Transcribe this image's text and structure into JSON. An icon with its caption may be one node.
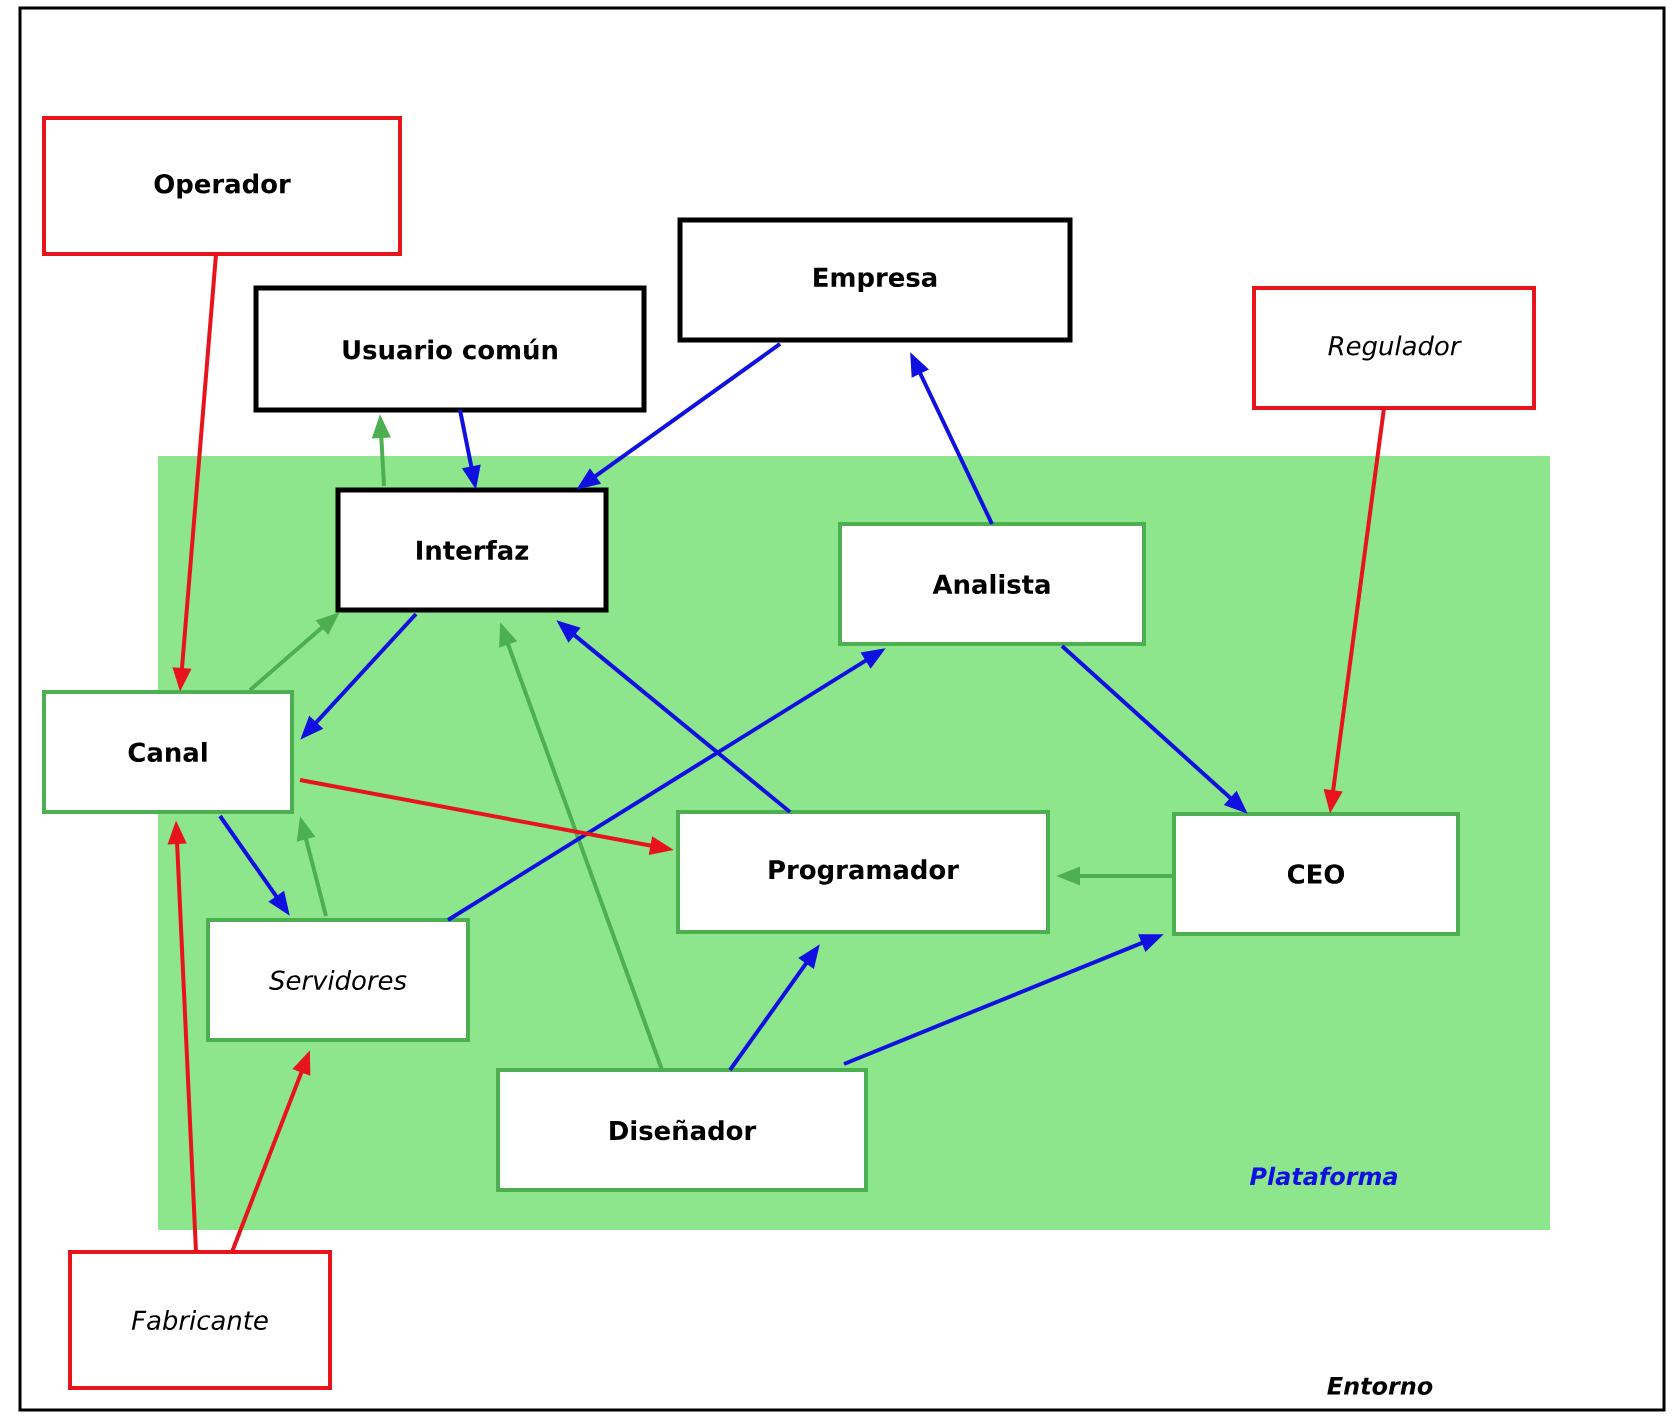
{
  "diagram": {
    "nodes": [
      {
        "text": [
          "Entorno"
        ]
      },
      {
        "text": [
          "Plataforma"
        ],
        "in": 0
      },
      {
        "text": [
          "Operador"
        ],
        "in": 0
      },
      {
        "text": [
          "Empresa"
        ],
        "in": 0
      },
      {
        "text": [
          "Usuario común"
        ],
        "in": 0
      },
      {
        "text": [
          "Regulador"
        ],
        "in": 0
      },
      {
        "text": [
          "Interfaz"
        ],
        "in": 1
      },
      {
        "text": [
          "Analista"
        ],
        "in": 1
      },
      {
        "text": [
          "Canal"
        ],
        "in": 0
      },
      {
        "text": [
          "Programador"
        ],
        "in": 1
      },
      {
        "text": [
          "CEO"
        ],
        "in": 1
      },
      {
        "text": [
          "Servidores"
        ],
        "in": 1
      },
      {
        "text": [
          "Diseñador"
        ],
        "in": 1
      },
      {
        "text": [
          "Fabricante"
        ],
        "in": 0
      }
    ],
    "edges": [
      {
        "from": 2,
        "to": 8,
        "arrow": "to",
        "color": "#e8141b"
      },
      {
        "from": 3,
        "to": 6,
        "arrow": "to"
      },
      {
        "from": 4,
        "to": 6,
        "arrow": "to"
      },
      {
        "from": 6,
        "to": 4,
        "arrow": "to",
        "color": "#4caf50"
      },
      {
        "from": 7,
        "to": 3,
        "arrow": "to"
      },
      {
        "from": 5,
        "to": 10,
        "arrow": "to",
        "color": "#e8141b"
      },
      {
        "from": 8,
        "to": 6,
        "arrow": "to",
        "color": "#4caf50"
      },
      {
        "from": 6,
        "to": 8,
        "arrow": "to"
      },
      {
        "from": 12,
        "to": 6,
        "arrow": "to",
        "color": "#4caf50"
      },
      {
        "from": 9,
        "to": 6,
        "arrow": "to"
      },
      {
        "from": 11,
        "to": 7,
        "arrow": "to"
      },
      {
        "from": 7,
        "to": 10,
        "arrow": "to"
      },
      {
        "from": 8,
        "to": 9,
        "arrow": "to",
        "color": "#e8141b"
      },
      {
        "from": 10,
        "to": 9,
        "arrow": "to",
        "color": "#4caf50"
      },
      {
        "from": 8,
        "to": 11,
        "arrow": "to"
      },
      {
        "from": 11,
        "to": 8,
        "arrow": "to",
        "color": "#4caf50"
      },
      {
        "from": 12,
        "to": 9,
        "arrow": "to"
      },
      {
        "from": 12,
        "to": 10,
        "arrow": "to"
      },
      {
        "from": 13,
        "to": 8,
        "arrow": "to",
        "color": "#e8141b"
      },
      {
        "from": 13,
        "to": 11,
        "arrow": "to",
        "color": "#e8141b"
      }
    ]
  }
}
